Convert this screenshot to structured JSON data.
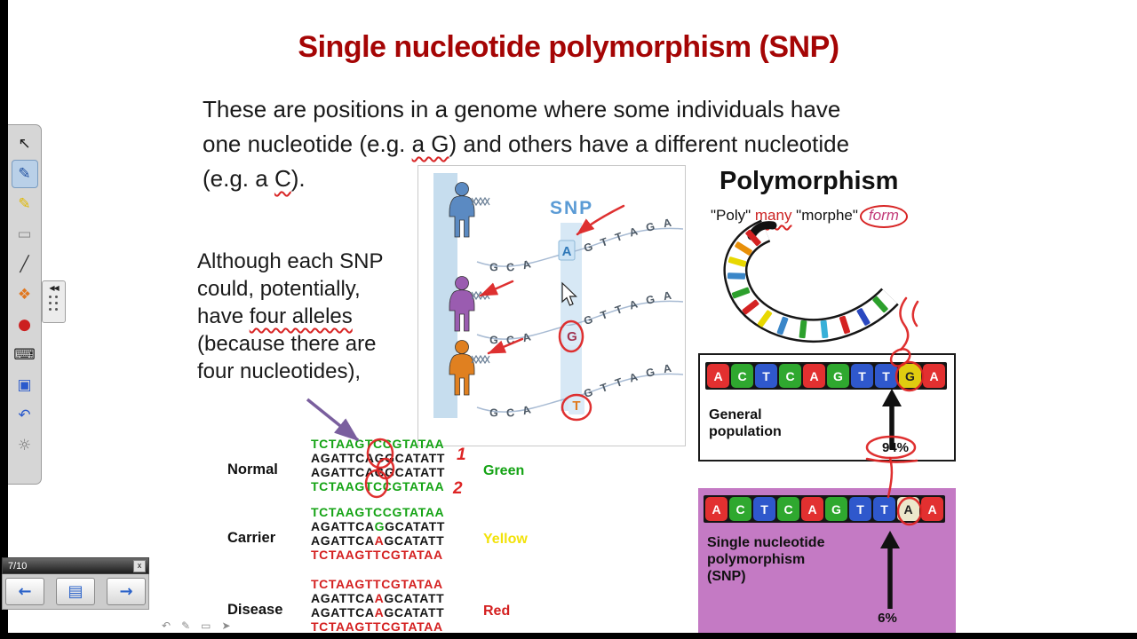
{
  "chrome": {
    "page_indicator": "7/10",
    "close_label": "x",
    "collapse_glyph": "◀◀",
    "toolbar": [
      {
        "name": "select-tool",
        "glyph": "↖",
        "color": "#1a1a1a",
        "selected": false
      },
      {
        "name": "pen-tool",
        "glyph": "✎",
        "color": "#1f4f9f",
        "selected": true
      },
      {
        "name": "highlighter-tool",
        "glyph": "✎",
        "color": "#e0b800",
        "selected": false
      },
      {
        "name": "eraser-tool",
        "glyph": "▭",
        "color": "#8a8a8a",
        "selected": false
      },
      {
        "name": "line-tool",
        "glyph": "╱",
        "color": "#333333",
        "selected": false
      },
      {
        "name": "shapes-tool",
        "glyph": "❖",
        "color": "#e07820",
        "selected": false
      },
      {
        "name": "pen-color-tool",
        "glyph": "●",
        "color": "#cc2020",
        "selected": false
      },
      {
        "name": "keyboard-tool",
        "glyph": "⌨",
        "color": "#222222",
        "selected": false
      },
      {
        "name": "capture-tool",
        "glyph": "▣",
        "color": "#2a5acc",
        "selected": false
      },
      {
        "name": "undo-tool",
        "glyph": "↶",
        "color": "#2a5acc",
        "selected": false
      },
      {
        "name": "settings-tool",
        "glyph": "☼",
        "color": "#777777",
        "selected": false
      }
    ],
    "nav_buttons": [
      {
        "name": "prev-page-button",
        "glyph": "←"
      },
      {
        "name": "page-menu-button",
        "glyph": "▤"
      },
      {
        "name": "next-page-button",
        "glyph": "→"
      }
    ],
    "bottom_icons": [
      {
        "name": "undo-icon",
        "glyph": "↶"
      },
      {
        "name": "pen-icon",
        "glyph": "✎"
      },
      {
        "name": "eraser-icon",
        "glyph": "▭"
      },
      {
        "name": "pointer-icon",
        "glyph": "➤"
      }
    ]
  },
  "slide": {
    "title": "Single nucleotide polymorphism (SNP)",
    "intro_lines": [
      [
        {
          "t": "These are positions in a genome where some individuals have"
        }
      ],
      [
        {
          "t": "one nucleotide (e.g. "
        },
        {
          "t": "a G",
          "u": true
        },
        {
          "t": ") and others have a different nucleotide"
        }
      ],
      [
        {
          "t": "(e.g. a "
        },
        {
          "t": "C",
          "u": true
        },
        {
          "t": ")."
        }
      ]
    ],
    "aside_lines": [
      [
        {
          "t": "Although each SNP"
        }
      ],
      [
        {
          "t": "could, potentially,"
        }
      ],
      [
        {
          "t": "have "
        },
        {
          "t": "four alleles",
          "u": true
        }
      ],
      [
        {
          "t": "(because there are"
        }
      ],
      [
        {
          "t": "four nucleotides),"
        }
      ]
    ],
    "snp_diagram": {
      "label": "SNP",
      "prefix": "GCA",
      "suffix": "GTTAGA",
      "variants": [
        {
          "letter": "A",
          "color": "#2f78b8"
        },
        {
          "letter": "G",
          "color": "#a03552"
        },
        {
          "letter": "T",
          "color": "#e07a1e"
        }
      ],
      "people": [
        {
          "name": "person-blue",
          "color": "#5b8ac2"
        },
        {
          "name": "person-purple",
          "color": "#9a5cb0"
        },
        {
          "name": "person-orange",
          "color": "#e08020"
        }
      ]
    },
    "polymorphism": {
      "title": "Polymorphism",
      "subtitle_parts": [
        {
          "t": "\"Poly\" "
        },
        {
          "t": "many",
          "cls": "red-text u"
        },
        {
          "t": " \"morphe\"",
          "cls": ""
        },
        {
          "t": "form",
          "cls": "pink-text oval"
        }
      ]
    },
    "general_population": {
      "sequence": [
        {
          "letter": "A",
          "bg": "#e23030",
          "fg": "#ffffff"
        },
        {
          "letter": "C",
          "bg": "#2fa82f",
          "fg": "#ffffff"
        },
        {
          "letter": "T",
          "bg": "#2f58cc",
          "fg": "#ffffff"
        },
        {
          "letter": "C",
          "bg": "#2fa82f",
          "fg": "#ffffff"
        },
        {
          "letter": "A",
          "bg": "#e23030",
          "fg": "#ffffff"
        },
        {
          "letter": "G",
          "bg": "#2fa82f",
          "fg": "#ffffff"
        },
        {
          "letter": "T",
          "bg": "#2f58cc",
          "fg": "#ffffff"
        },
        {
          "letter": "T",
          "bg": "#2f58cc",
          "fg": "#ffffff"
        },
        {
          "letter": "G",
          "bg": "#e0cc10",
          "fg": "#222222"
        },
        {
          "letter": "A",
          "bg": "#e23030",
          "fg": "#ffffff"
        }
      ],
      "label_lines": [
        "General",
        "population"
      ],
      "percent": "94%"
    },
    "snp_variant": {
      "sequence": [
        {
          "letter": "A",
          "bg": "#e23030",
          "fg": "#ffffff"
        },
        {
          "letter": "C",
          "bg": "#2fa82f",
          "fg": "#ffffff"
        },
        {
          "letter": "T",
          "bg": "#2f58cc",
          "fg": "#ffffff"
        },
        {
          "letter": "C",
          "bg": "#2fa82f",
          "fg": "#ffffff"
        },
        {
          "letter": "A",
          "bg": "#e23030",
          "fg": "#ffffff"
        },
        {
          "letter": "G",
          "bg": "#2fa82f",
          "fg": "#ffffff"
        },
        {
          "letter": "T",
          "bg": "#2f58cc",
          "fg": "#ffffff"
        },
        {
          "letter": "T",
          "bg": "#2f58cc",
          "fg": "#ffffff"
        },
        {
          "letter": "A",
          "bg": "#ece8cc",
          "fg": "#222222"
        },
        {
          "letter": "A",
          "bg": "#e23030",
          "fg": "#ffffff"
        }
      ],
      "label_lines": [
        "Single nucleotide",
        "polymorphism",
        "(SNP)"
      ],
      "percent": "6%"
    },
    "genotype_table": {
      "rows": [
        {
          "label": "Normal",
          "color_label": "Green",
          "color": "#14a314",
          "sequences": [
            {
              "text": "TCTAAGTCCGTATAA",
              "color": "#14a314"
            },
            {
              "text": "AGATTCAGGCATATT",
              "color": "#151515"
            },
            {
              "text": "AGATTCAGGCATATT",
              "color": "#151515"
            },
            {
              "text": "TCTAAGTCCGTATAA",
              "color": "#14a314"
            }
          ]
        },
        {
          "label": "Carrier",
          "color_label": "Yellow",
          "color": "#f2e20a",
          "sequences": [
            {
              "text": "TCTAAGTCCGTATAA",
              "color": "#14a314"
            },
            {
              "text": "AGATTCAGGCATATT",
              "color": "#151515",
              "hl": {
                "i": 7,
                "color": "#14a314"
              }
            },
            {
              "text": "AGATTCAAGCATATT",
              "color": "#151515",
              "hl": {
                "i": 7,
                "color": "#d42020"
              }
            },
            {
              "text": "TCTAAGTTCGTATAA",
              "color": "#d42020"
            }
          ]
        },
        {
          "label": "Disease",
          "color_label": "Red",
          "color": "#d42020",
          "sequences": [
            {
              "text": "TCTAAGTTCGTATAA",
              "color": "#d42020"
            },
            {
              "text": "AGATTCAAGCATATT",
              "color": "#151515",
              "hl": {
                "i": 7,
                "color": "#d42020"
              }
            },
            {
              "text": "AGATTCAAGCATATT",
              "color": "#151515",
              "hl": {
                "i": 7,
                "color": "#d42020"
              }
            },
            {
              "text": "TCTAAGTTCGTATAA",
              "color": "#d42020"
            }
          ]
        }
      ]
    }
  },
  "annotations": {
    "mark1": "1",
    "mark2": "2"
  }
}
